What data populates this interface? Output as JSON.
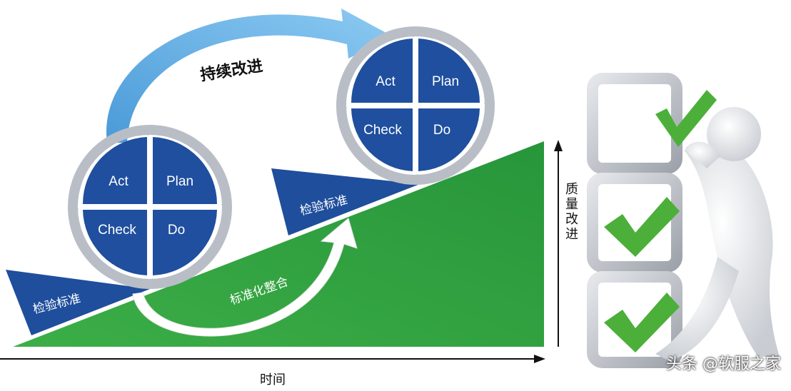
{
  "diagram": {
    "improve_label": "持续改进",
    "standard_label_lower": "检验标准",
    "standard_label_upper": "检验标准",
    "integrate_label": "标准化整合",
    "time_axis_label": "时间",
    "quality_axis_label": "质量改进",
    "pdca_lower": {
      "act": "Act",
      "plan": "Plan",
      "check": "Check",
      "do": "Do"
    },
    "pdca_upper": {
      "act": "Act",
      "plan": "Plan",
      "check": "Check",
      "do": "Do"
    },
    "watermark": "头条 @软服之家"
  },
  "colors": {
    "green": "#2ea043",
    "dark_blue": "#1f4e9c",
    "wheel_blue": "#1f4f9e",
    "arrow_blue": "#5aa7de",
    "gray_ring": "#b9bec6",
    "check_green": "#4caf3a"
  }
}
